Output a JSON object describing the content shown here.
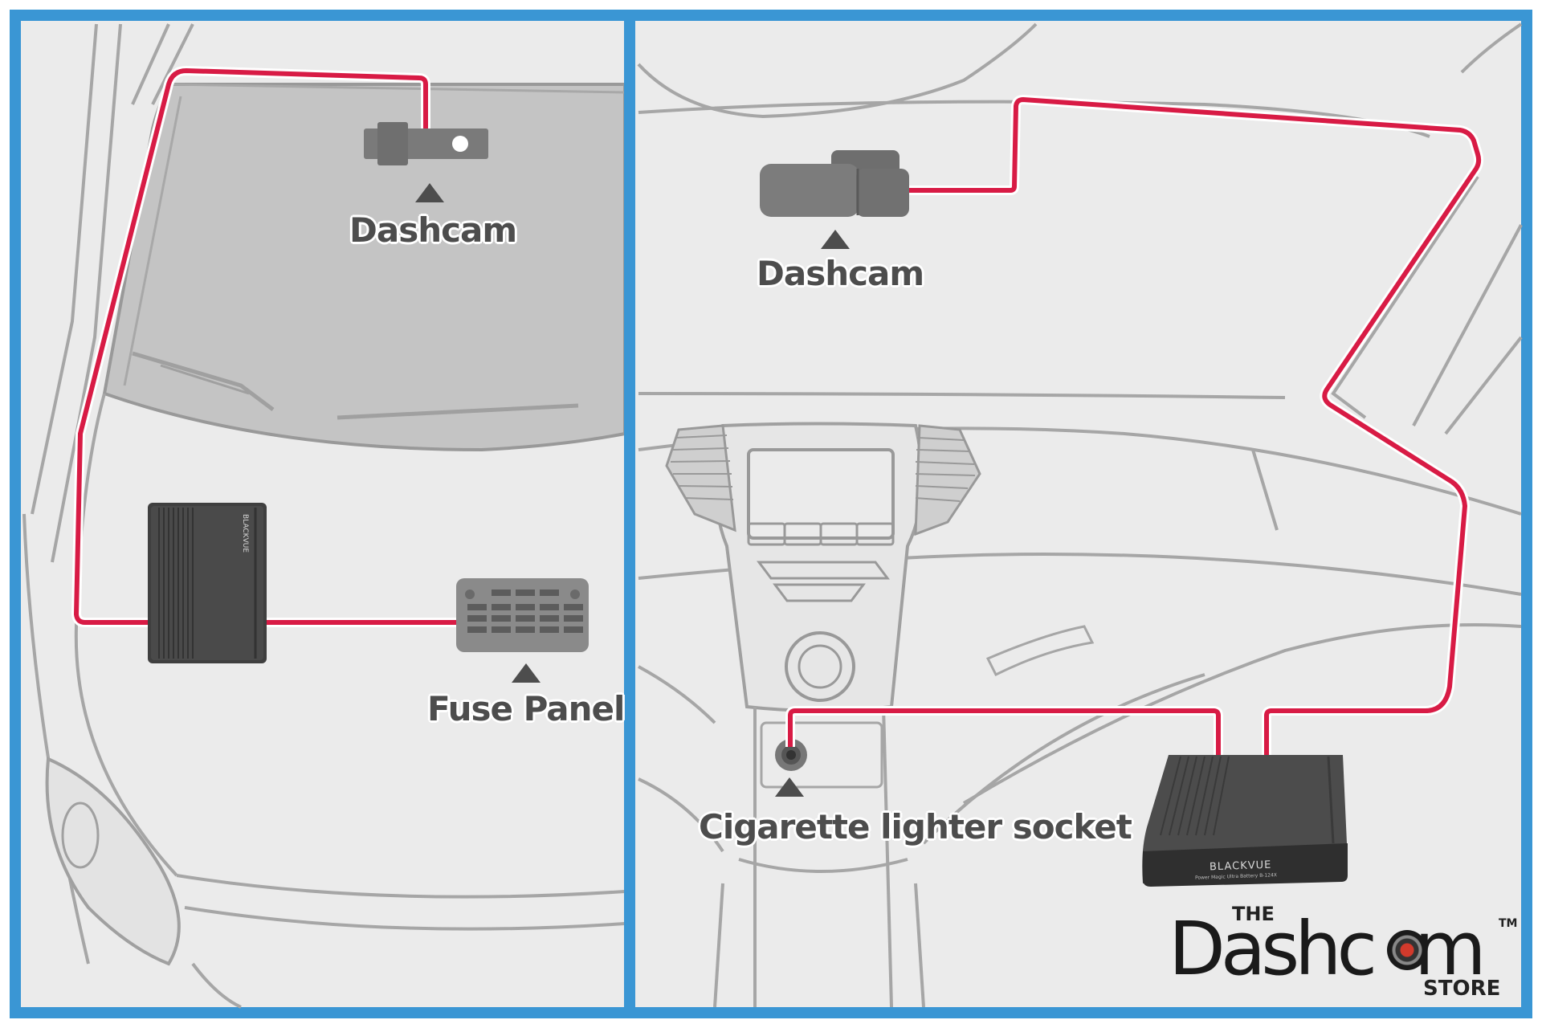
{
  "colors": {
    "frame": "#3a96d4",
    "cable": "#d81b45",
    "background": "#ebebeb",
    "line_art": "#a0a0a0",
    "device": "#4a4a4a",
    "label_text": "#4d4d4d"
  },
  "left_panel": {
    "dashcam_label": "Dashcam",
    "fuse_panel_label": "Fuse Panel",
    "battery_brand": "BLACKVUE"
  },
  "right_panel": {
    "dashcam_label": "Dashcam",
    "socket_label": "Cigarette lighter socket",
    "battery_brand": "BLACKVUE",
    "battery_model": "Power Magic Ultra Battery B-124X"
  },
  "logo": {
    "the": "THE",
    "main_before": "Dashc",
    "main_after": "m",
    "store": "STORE",
    "tm": "TM"
  }
}
